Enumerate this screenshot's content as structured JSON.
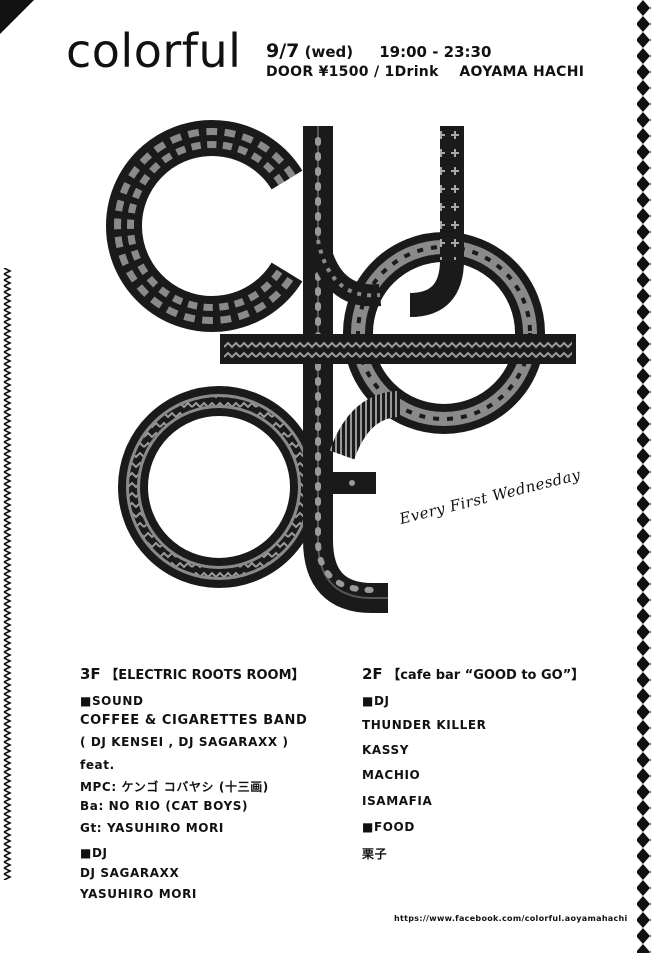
{
  "header": {
    "title": "colorful",
    "date": "9/7",
    "weekday": "(wed)",
    "time": "19:00 - 23:30",
    "door": "DOOR ¥1500 / 1Drink",
    "venue": "AOYAMA HACHI"
  },
  "logo": {
    "tagline": "Every First Wednesday"
  },
  "floor3": {
    "floor": "3F",
    "room": "【ELECTRIC ROOTS ROOM】",
    "sound_heading": "■SOUND",
    "band": "COFFEE & CIGARETTES BAND",
    "band_members": "( DJ KENSEI , DJ SAGARAXX )",
    "feat": "feat.",
    "mpc": "MPC: ケンゴ コバヤシ (十三画)",
    "bass": "Ba: NO RIO (CAT BOYS)",
    "guitar": "Gt: YASUHIRO MORI",
    "dj_heading": "■DJ",
    "djs": [
      "DJ SAGARAXX",
      "YASUHIRO MORI"
    ]
  },
  "floor2": {
    "floor": "2F",
    "room": "【cafe bar “GOOD to GO”】",
    "dj_heading": "■DJ",
    "djs": [
      "THUNDER KILLER",
      "KASSY",
      "MACHIO",
      "ISAMAFIA"
    ],
    "food_heading": "■FOOD",
    "food": "栗子"
  },
  "footer": {
    "url": "https://www.facebook.com/colorful.aoyamahachi"
  },
  "colors": {
    "ink": "#1a1a1a",
    "mid": "#8a8a8a",
    "paper": "#ffffff"
  }
}
